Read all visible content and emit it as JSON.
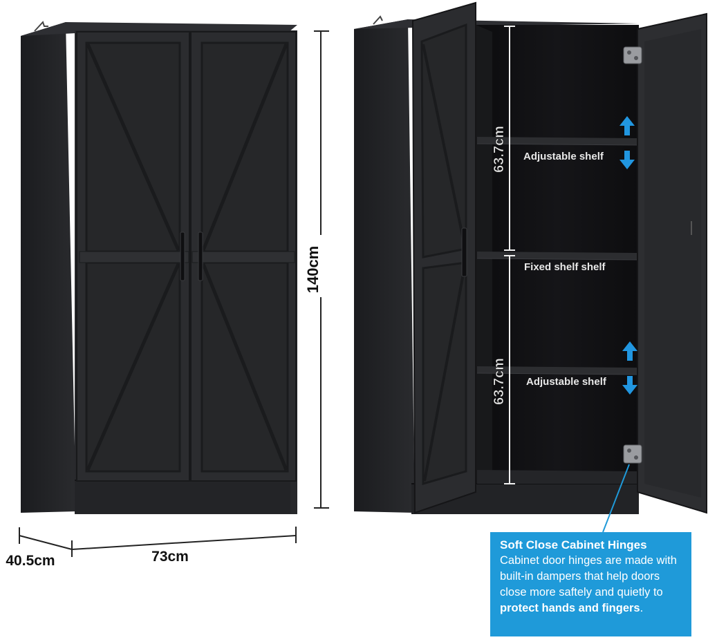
{
  "closed_view": {
    "height_label": "140cm",
    "width_label": "73cm",
    "depth_label": "40.5cm"
  },
  "open_view": {
    "upper_section_label": "63.7cm",
    "lower_section_label": "63.7cm",
    "upper_shelf_label": "Adjustable shelf",
    "middle_shelf_label": "Fixed shelf shelf",
    "lower_shelf_label": "Adjustable shelf"
  },
  "callout": {
    "title": "Soft Close Cabinet Hinges",
    "text": "Cabinet door hinges are made with built-in dampers that help doors close more saftely and quietly to ",
    "emphasis": "protect hands and fingers",
    "end": "."
  },
  "colors": {
    "cabinet": "#2a2b2e",
    "cabinet_dark": "#141416",
    "arrow": "#2196e0",
    "callout_bg": "#1f9ad9"
  }
}
